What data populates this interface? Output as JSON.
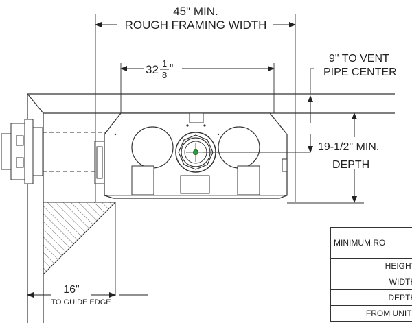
{
  "labels": {
    "framing_width_line1": "45\" MIN.",
    "framing_width_line2": "ROUGH FRAMING WIDTH",
    "unit_width_whole": "32",
    "unit_width_num": "1",
    "unit_width_den": "8",
    "unit_width_mark": "\"",
    "vent_line1": "9\" TO VENT",
    "vent_line2": "PIPE CENTER",
    "depth_line1": "19-1/2\" MIN.",
    "depth_line2": "DEPTH",
    "guide_line1": "16\"",
    "guide_line2": "TO GUIDE EDGE"
  },
  "table": {
    "header": "MINIMUM RO",
    "rows": [
      "HEIGHT",
      "WIDTH",
      "DEPTH",
      "FROM UNIT I"
    ]
  }
}
